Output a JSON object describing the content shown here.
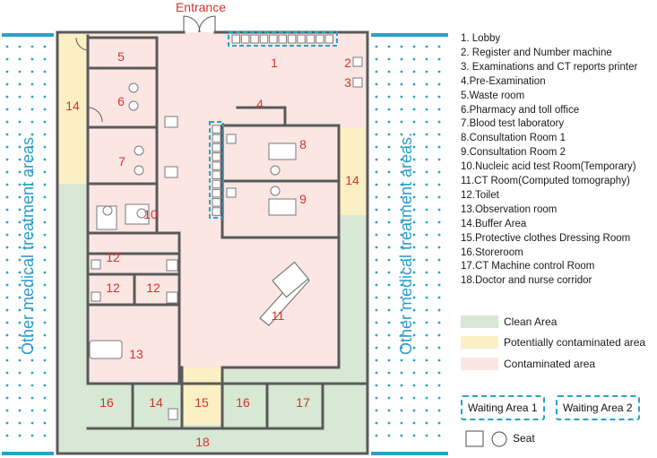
{
  "entrance_label": "Entrance",
  "side_label_left": "Other medical treatment areas.",
  "side_label_right": "Other medical treatment areas.",
  "room_numbers": {
    "lobby": "1",
    "register": "2",
    "printer": "3",
    "pre_exam": "4",
    "waste": "5",
    "pharmacy": "6",
    "blood": "7",
    "consult1": "8",
    "consult2": "9",
    "nucleic": "10",
    "ct_room": "11",
    "toilet_a": "12",
    "toilet_b": "12",
    "toilet_c": "12",
    "observation": "13",
    "buffer_left": "14",
    "buffer_right": "14",
    "buffer_bottom": "14",
    "dressing": "15",
    "store_a": "16",
    "store_b": "16",
    "ct_control": "17",
    "corridor": "18"
  },
  "legend": [
    "1. Lobby",
    "2. Register and Number machine",
    "3. Examinations and CT reports printer",
    "4.Pre-Examination",
    "5.Waste room",
    "6.Pharmacy and toll office",
    "7.Blood test laboratory",
    "8.Consultation Room 1",
    "9.Consultation Room 2",
    "10.Nucleic acid test Room(Temporary)",
    "11.CT Room(Computed tomography)",
    "12.Toilet",
    "13.Observation room",
    "14.Buffer Area",
    "15.Protective clothes Dressing Room",
    "16.Storeroom",
    "17.CT Machine control Room",
    "18.Doctor and nurse corridor"
  ],
  "areas": [
    {
      "label": "Clean Area",
      "color": "#d7e8d4"
    },
    {
      "label": "Potentially contaminated area",
      "color": "#fbefc4"
    },
    {
      "label": "Contaminated area",
      "color": "#fbe6e3"
    }
  ],
  "waiting_areas": [
    "Waiting Area 1",
    "Waiting Area 2"
  ],
  "seat_label": "Seat",
  "colors": {
    "wall": "#5a5a5a",
    "room_number": "#d6332b",
    "accent_blue": "#2aa2c6",
    "side_text": "#2b9ccb"
  }
}
